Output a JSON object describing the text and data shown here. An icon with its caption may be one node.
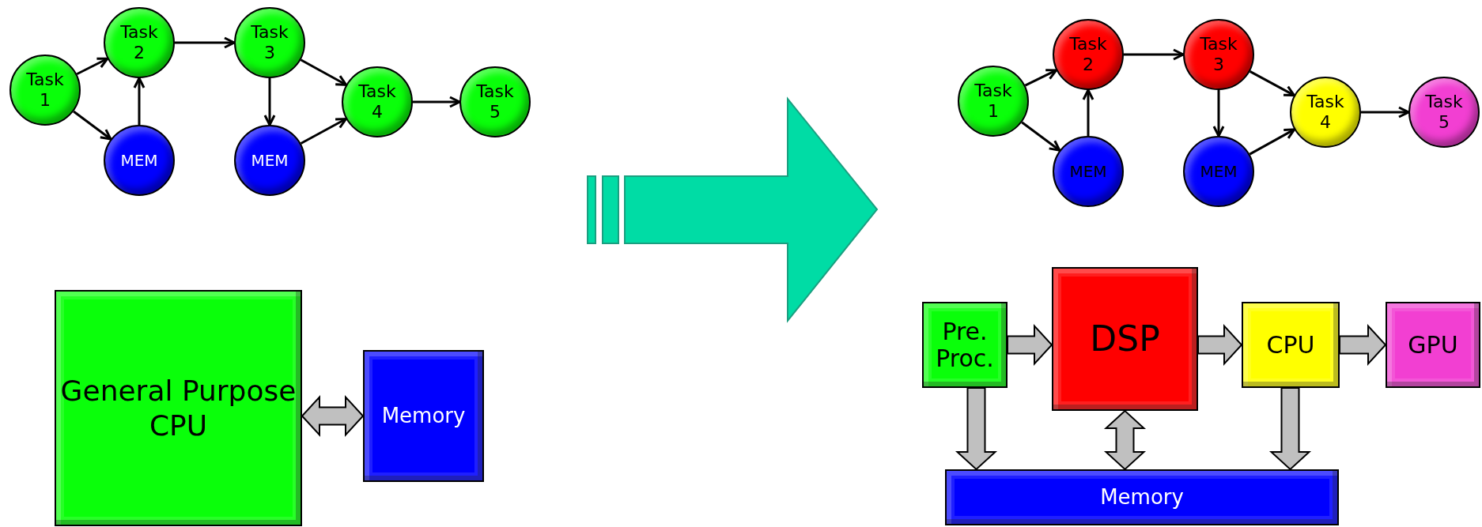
{
  "diagram": {
    "nodes": [
      {
        "text": [
          "Task 1"
        ]
      },
      {
        "text": [
          "Task 2"
        ]
      },
      {
        "text": [
          "MEM"
        ]
      },
      {
        "text": [
          "Task 3"
        ]
      },
      {
        "text": [
          "MEM"
        ]
      },
      {
        "text": [
          "Task 4"
        ]
      },
      {
        "text": [
          "Task 5"
        ]
      },
      {
        "text": [
          "Task 1"
        ]
      },
      {
        "text": [
          "Task 2"
        ]
      },
      {
        "text": [
          "MEM"
        ]
      },
      {
        "text": [
          "Task 3"
        ]
      },
      {
        "text": [
          "MEM"
        ]
      },
      {
        "text": [
          "Task 4"
        ]
      },
      {
        "text": [
          "Task 5"
        ]
      },
      {
        "text": [
          "General Purpose CPU"
        ]
      },
      {
        "text": [
          "Memory"
        ]
      },
      {
        "text": [
          "Pre. Proc."
        ]
      },
      {
        "text": [
          "DSP"
        ]
      },
      {
        "text": [
          "CPU"
        ]
      },
      {
        "text": [
          "GPU"
        ]
      },
      {
        "text": [
          "Memory"
        ]
      }
    ],
    "edges": [
      {
        "from": 0,
        "to": 1,
        "arrow": "to"
      },
      {
        "from": 0,
        "to": 2,
        "arrow": "to"
      },
      {
        "from": 2,
        "to": 1,
        "arrow": "to"
      },
      {
        "from": 1,
        "to": 3,
        "arrow": "to"
      },
      {
        "from": 3,
        "to": 4,
        "arrow": "to"
      },
      {
        "from": 3,
        "to": 5,
        "arrow": "to"
      },
      {
        "from": 4,
        "to": 5,
        "arrow": "to"
      },
      {
        "from": 5,
        "to": 6,
        "arrow": "to"
      },
      {
        "from": 7,
        "to": 8,
        "arrow": "to"
      },
      {
        "from": 7,
        "to": 9,
        "arrow": "to"
      },
      {
        "from": 9,
        "to": 8,
        "arrow": "to"
      },
      {
        "from": 8,
        "to": 10,
        "arrow": "to"
      },
      {
        "from": 10,
        "to": 11,
        "arrow": "to"
      },
      {
        "from": 10,
        "to": 12,
        "arrow": "to"
      },
      {
        "from": 11,
        "to": 12,
        "arrow": "to"
      },
      {
        "from": 12,
        "to": 13,
        "arrow": "to"
      },
      {
        "from": 14,
        "to": 15,
        "arrow": "both",
        "style": "thick",
        "color": "#c0c0c0"
      },
      {
        "from": 16,
        "to": 17,
        "arrow": "to",
        "style": "thick",
        "color": "#c0c0c0"
      },
      {
        "from": 17,
        "to": 18,
        "arrow": "to",
        "style": "thick",
        "color": "#c0c0c0"
      },
      {
        "from": 18,
        "to": 19,
        "arrow": "to",
        "style": "thick",
        "color": "#c0c0c0"
      },
      {
        "from": 16,
        "to": 20,
        "arrow": "to",
        "style": "thick",
        "color": "#c0c0c0"
      },
      {
        "from": 17,
        "to": 20,
        "arrow": "both",
        "style": "thick",
        "color": "#c0c0c0"
      },
      {
        "from": 18,
        "to": 20,
        "arrow": "to",
        "style": "thick",
        "color": "#c0c0c0"
      }
    ]
  }
}
